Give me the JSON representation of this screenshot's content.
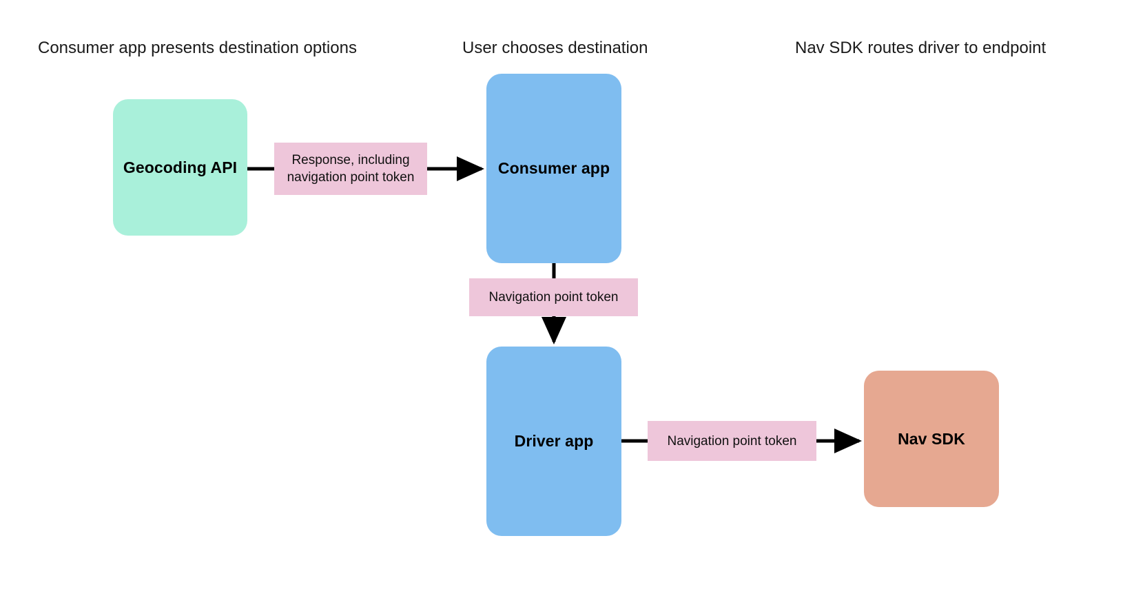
{
  "diagram": {
    "title_row": [
      {
        "id": "stage-1",
        "label": "Consumer app presents destination options"
      },
      {
        "id": "stage-2",
        "label": "User chooses destination"
      },
      {
        "id": "stage-3",
        "label": "Nav SDK routes driver to endpoint"
      }
    ],
    "nodes": [
      {
        "id": "geocoding-api",
        "label": "Geocoding API",
        "color": "#a9f0da",
        "shape": "rounded-rect"
      },
      {
        "id": "consumer-app",
        "label": "Consumer app",
        "color": "#7fbdf0",
        "shape": "rounded-rect"
      },
      {
        "id": "driver-app",
        "label": "Driver app",
        "color": "#7fbdf0",
        "shape": "rounded-rect"
      },
      {
        "id": "nav-sdk",
        "label": "Nav SDK",
        "color": "#e6a891",
        "shape": "rounded-rect"
      }
    ],
    "edges": [
      {
        "id": "geocoding-to-consumer",
        "from": "geocoding-api",
        "to": "consumer-app",
        "direction": "right",
        "label": "Response, including navigation point token",
        "label_color": "#eec6da"
      },
      {
        "id": "consumer-to-driver",
        "from": "consumer-app",
        "to": "driver-app",
        "direction": "down",
        "label": "Navigation point token",
        "label_color": "#eec6da"
      },
      {
        "id": "driver-to-navsdk",
        "from": "driver-app",
        "to": "nav-sdk",
        "direction": "right",
        "label": "Navigation point token",
        "label_color": "#eec6da"
      }
    ],
    "colors": {
      "background": "#ffffff",
      "connector": "#000000",
      "text": "#000000",
      "header_text": "#1a1a1a"
    }
  }
}
